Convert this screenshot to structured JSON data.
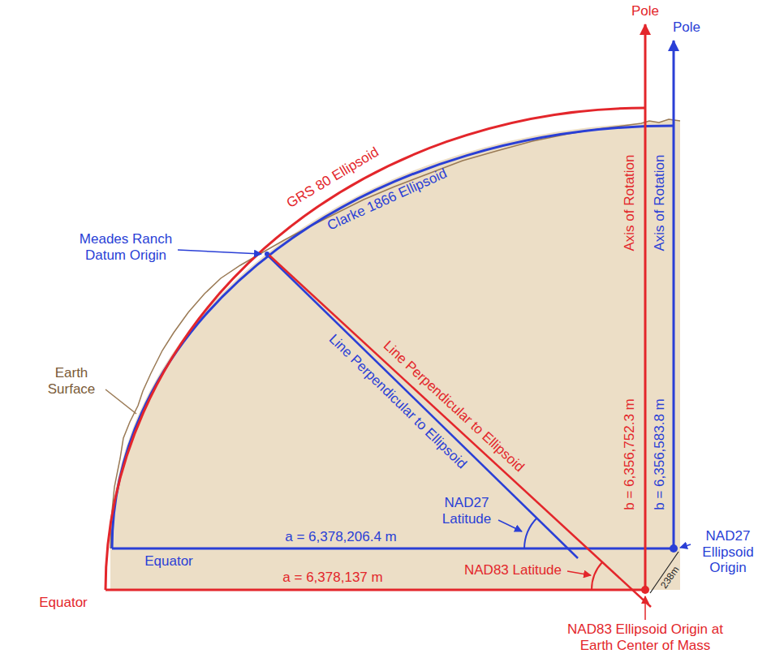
{
  "diagram": {
    "labels": [
      "Pole",
      "Pole",
      "GRS 80 Ellipsoid",
      "Clarke 1866 Ellipsoid",
      "Meades Ranch Datum Origin",
      "Axis of Rotation",
      "Axis of Rotation",
      "Line Perpendicular to Ellipsoid",
      "Line Perpendicular to Ellipsoid",
      "Earth Surface",
      "b = 6,356,752.3 m",
      "b = 6,356,583.8 m",
      "NAD27 Latitude",
      "a = 6,378,206.4 m",
      "NAD27 Ellipsoid Origin",
      "Equator",
      "NAD83 Latitude",
      "a = 6,378,137 m",
      "238m",
      "Equator",
      "NAD83 Ellipsoid Origin at Earth Center of Mass"
    ]
  }
}
